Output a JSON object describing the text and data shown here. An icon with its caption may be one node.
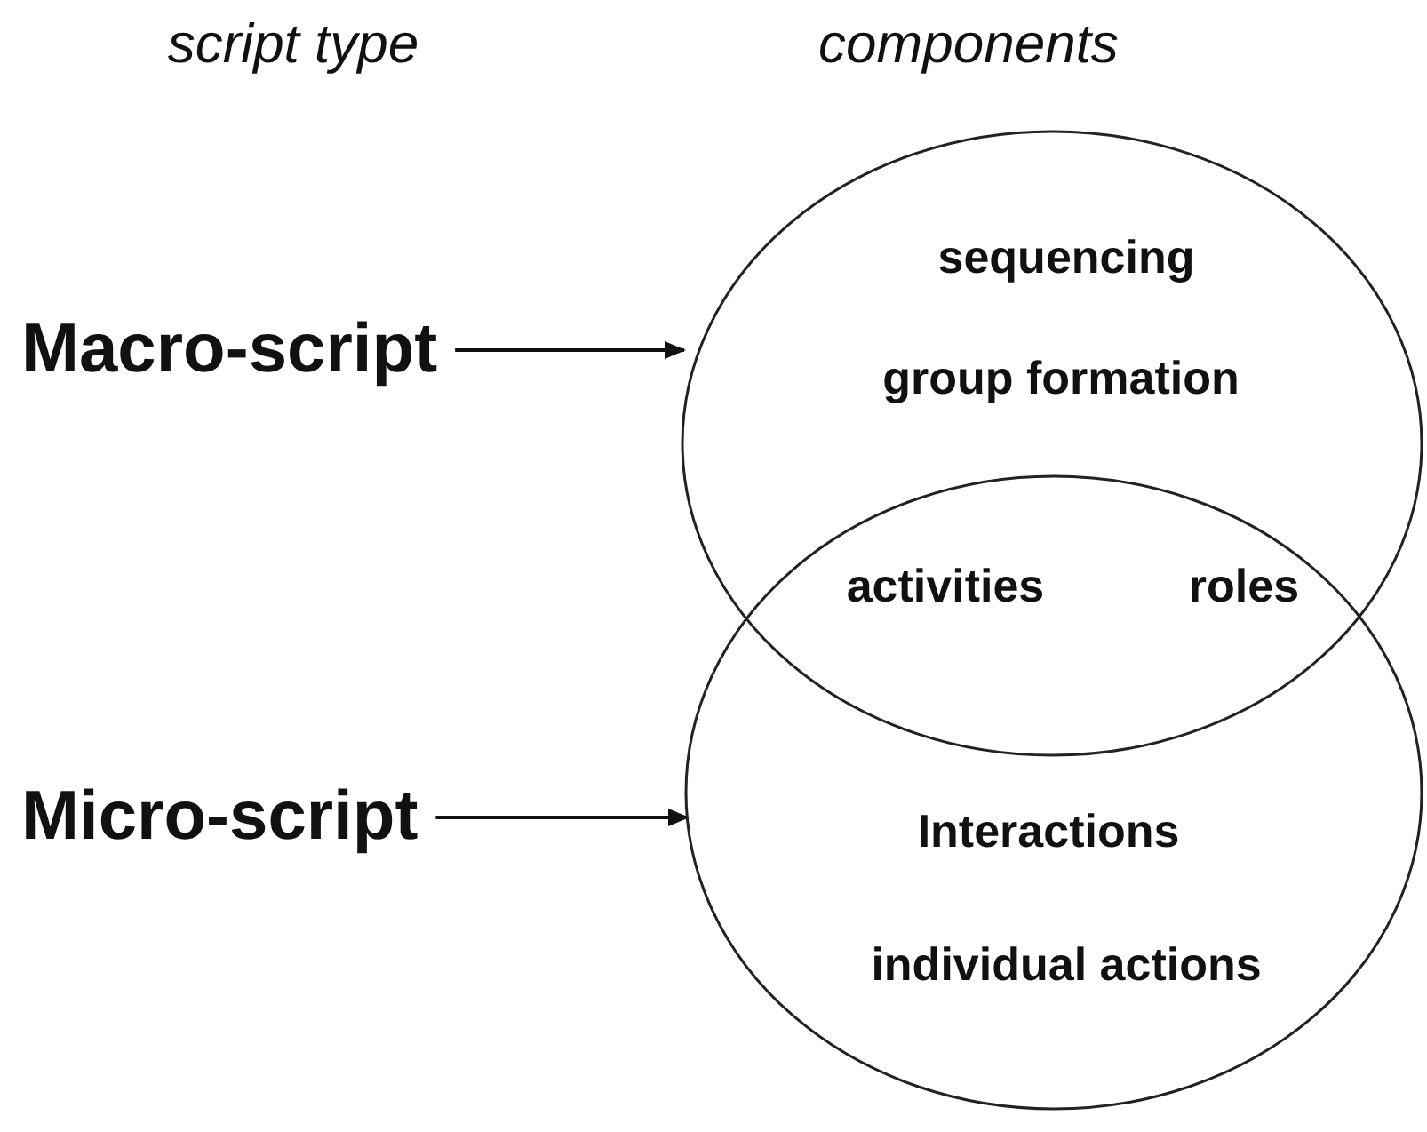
{
  "diagram": {
    "nodes": [
      {
        "text": [
          "Macro-script"
        ]
      },
      {
        "text": [
          "sequencing",
          "group formation"
        ]
      },
      {
        "text": [
          "Micro-script"
        ]
      },
      {
        "text": [
          "Interactions",
          "individual actions"
        ]
      }
    ],
    "edges": [
      {
        "from": 0,
        "to": 1,
        "arrow": "to"
      },
      {
        "from": 2,
        "to": 3,
        "arrow": "to"
      }
    ],
    "labels": [
      "script type",
      "components",
      "activities",
      "roles"
    ]
  }
}
